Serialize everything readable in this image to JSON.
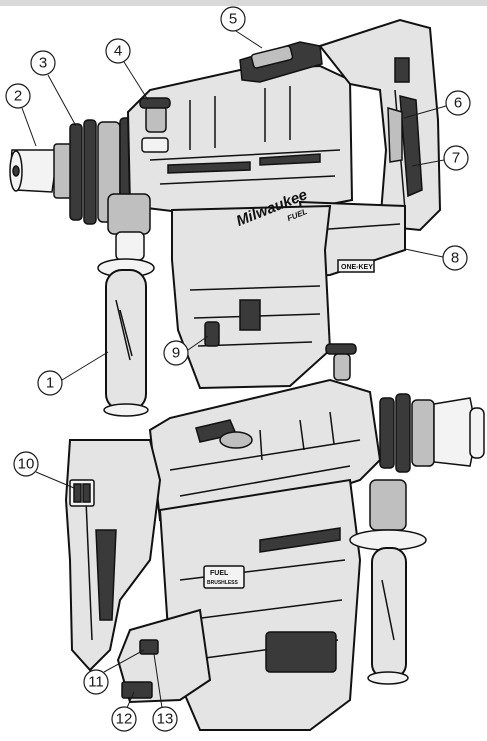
{
  "brand": {
    "logo": "Milwaukee",
    "sub": "FUEL",
    "one_key": "ONE-KEY",
    "badge_top": "FUEL",
    "badge_bottom": "BRUSHLESS"
  },
  "callouts": [
    {
      "id": "1",
      "label": "1"
    },
    {
      "id": "2",
      "label": "2"
    },
    {
      "id": "3",
      "label": "3"
    },
    {
      "id": "4",
      "label": "4"
    },
    {
      "id": "5",
      "label": "5"
    },
    {
      "id": "6",
      "label": "6"
    },
    {
      "id": "7",
      "label": "7"
    },
    {
      "id": "8",
      "label": "8"
    },
    {
      "id": "9",
      "label": "9"
    },
    {
      "id": "10",
      "label": "10"
    },
    {
      "id": "11",
      "label": "11"
    },
    {
      "id": "12",
      "label": "12"
    },
    {
      "id": "13",
      "label": "13"
    }
  ]
}
